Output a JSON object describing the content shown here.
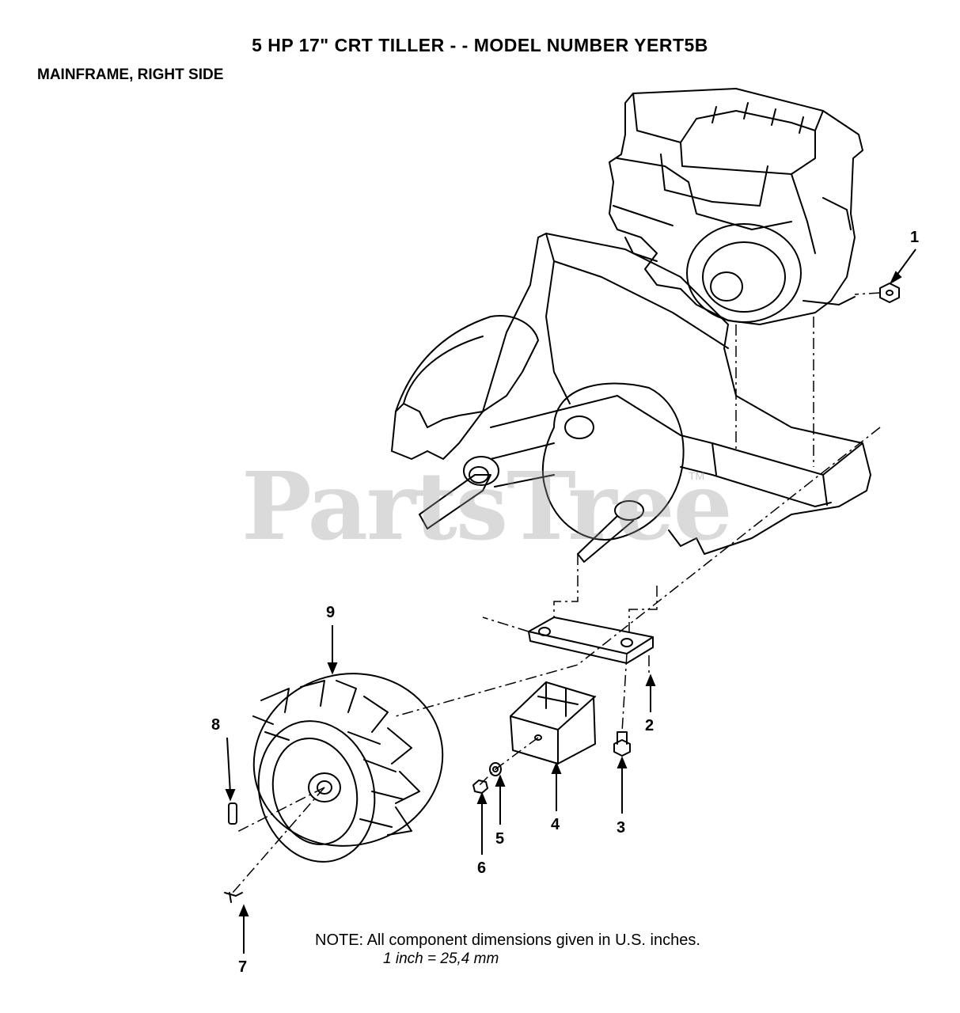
{
  "header": {
    "title": "5 HP 17\" CRT TILLER - - MODEL NUMBER YERT5B",
    "subtitle": "MAINFRAME, RIGHT SIDE"
  },
  "watermark": {
    "text": "PartsTree",
    "tm": "TM"
  },
  "callouts": [
    "1",
    "2",
    "3",
    "4",
    "5",
    "6",
    "7",
    "8",
    "9"
  ],
  "note": {
    "line1": "NOTE:  All component dimensions given in U.S. inches.",
    "line2": "1 inch = 25,4 mm"
  }
}
